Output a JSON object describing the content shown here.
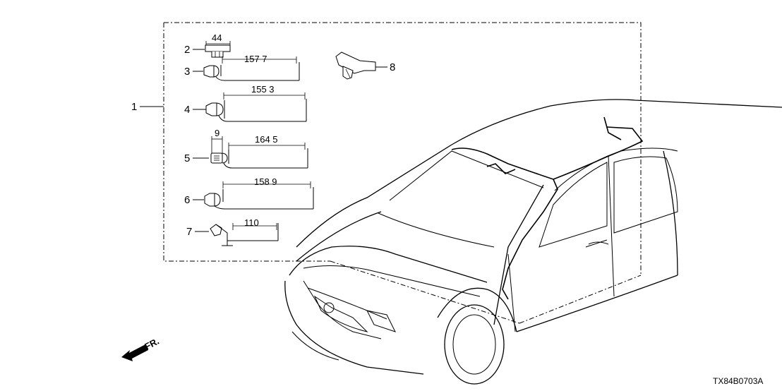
{
  "diagram_code": "TX84B0703A",
  "front_marker": "FR.",
  "callouts": {
    "assembly": "1",
    "c2": "2",
    "c3": "3",
    "c4": "4",
    "c5": "5",
    "c6": "6",
    "c7": "7",
    "c8": "8"
  },
  "dimensions": {
    "d2": "44",
    "d3": "157 7",
    "d4": "155 3",
    "d5_small": "9",
    "d5": "164 5",
    "d6": "158 9",
    "d7": "110"
  }
}
